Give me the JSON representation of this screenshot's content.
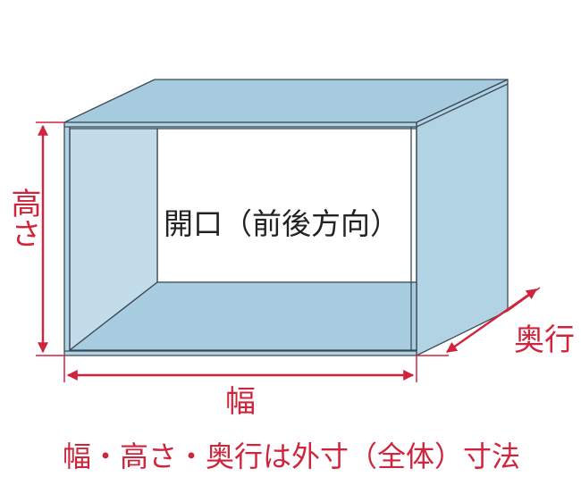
{
  "opening_label": "開口（前後方向）",
  "dimensions": {
    "height": "高さ",
    "width": "幅",
    "depth": "奥行"
  },
  "note": "幅・高さ・奥行は外寸（全体）寸法",
  "colors": {
    "box_fill": "#b2d3e4",
    "box_top": "#a6cade",
    "box_inner": "#c3dcea",
    "outline": "#3a4b57",
    "dimension": "#d0243c"
  }
}
